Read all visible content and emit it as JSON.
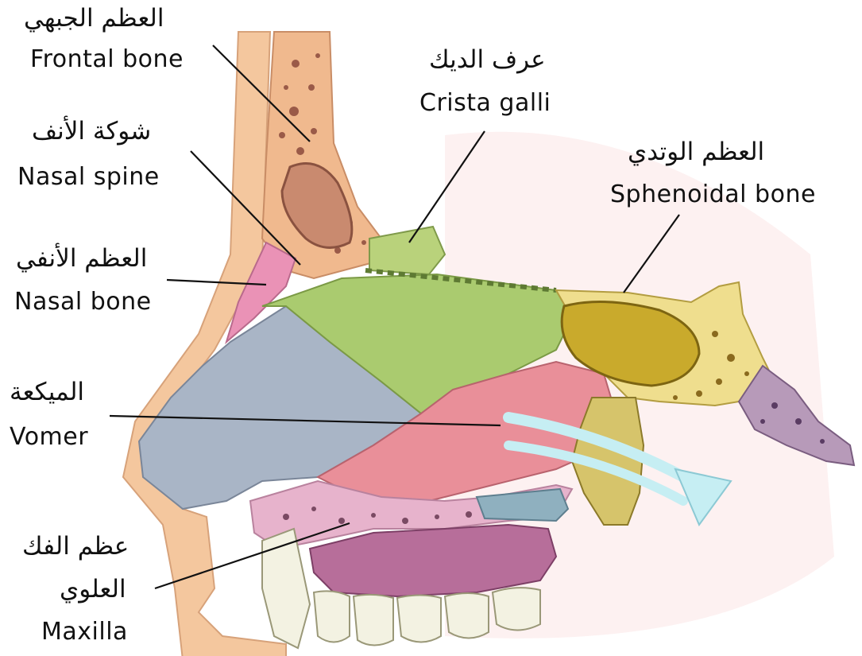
{
  "labels": {
    "frontal_bone": {
      "ar": "العظم الجبهي",
      "en": "Frontal bone"
    },
    "nasal_spine": {
      "ar": "شوكة الأنف",
      "en": "Nasal spine"
    },
    "nasal_bone": {
      "ar": "العظم الأنفي",
      "en": "Nasal bone"
    },
    "vomer": {
      "ar": "الميكعة",
      "en": "Vomer"
    },
    "maxilla": {
      "ar_line1": "عظم الفك",
      "ar_line2": "العلوي",
      "en": "Maxilla"
    },
    "crista_galli": {
      "ar": "عرف الديك",
      "en": "Crista galli"
    },
    "sphenoidal_bone": {
      "ar": "العظم الوتدي",
      "en": "Sphenoidal bone"
    }
  },
  "colors": {
    "skin": "#f4c79e",
    "bone_tan": "#f0b98e",
    "nasal_bone_pink": "#ea92b6",
    "cartilage_blue": "#a9b5c6",
    "ethmoid_green": "#aacb6f",
    "vomer_pink": "#e98f99",
    "sphenoid_yellow": "#efde8e",
    "sinus_olive": "#c9aa2c",
    "purple": "#b79ab9",
    "palate_magenta": "#b76e9a",
    "airflow_arrow": "#c6eef3",
    "leader_line": "#111111"
  },
  "icons": [
    "airflow-arrow-icon"
  ]
}
